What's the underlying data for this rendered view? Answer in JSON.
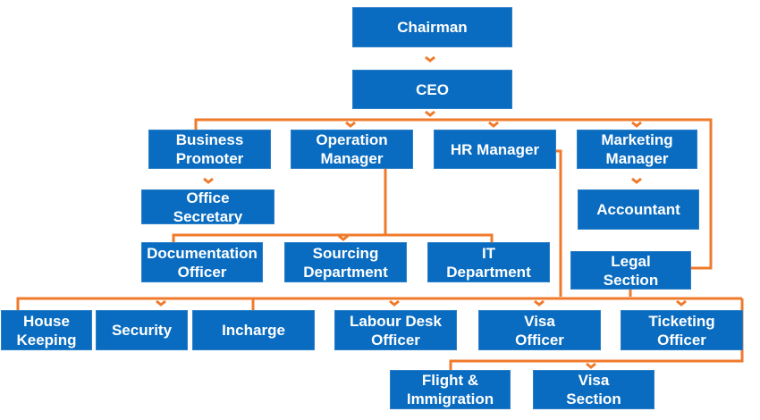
{
  "title": "Organization Chart",
  "colors": {
    "box": "#0a6cc0",
    "connector": "#f07a2b",
    "text": "#ffffff"
  },
  "nodes": [
    {
      "id": "chairman",
      "label": "Chairman"
    },
    {
      "id": "ceo",
      "label": "CEO"
    },
    {
      "id": "business-promoter",
      "label": "Business\nPromoter"
    },
    {
      "id": "operation-manager",
      "label": "Operation\nManager"
    },
    {
      "id": "hr-manager",
      "label": "HR Manager"
    },
    {
      "id": "marketing-manager",
      "label": "Marketing\nManager"
    },
    {
      "id": "office-secretary",
      "label": "Office\nSecretary"
    },
    {
      "id": "accountant",
      "label": "Accountant"
    },
    {
      "id": "documentation-officer",
      "label": "Documentation\nOfficer"
    },
    {
      "id": "sourcing-department",
      "label": "Sourcing\nDepartment"
    },
    {
      "id": "it-department",
      "label": "IT\nDepartment"
    },
    {
      "id": "legal-section",
      "label": "Legal\nSection"
    },
    {
      "id": "house-keeping",
      "label": "House\nKeeping"
    },
    {
      "id": "security",
      "label": "Security"
    },
    {
      "id": "incharge",
      "label": "Incharge"
    },
    {
      "id": "labour-desk-officer",
      "label": "Labour Desk\nOfficer"
    },
    {
      "id": "visa-officer",
      "label": "Visa\nOfficer"
    },
    {
      "id": "ticketing-officer",
      "label": "Ticketing\nOfficer"
    },
    {
      "id": "flight-immigration",
      "label": "Flight &\nImmigration"
    },
    {
      "id": "visa-section",
      "label": "Visa\nSection"
    }
  ],
  "edges": [
    [
      "chairman",
      "ceo"
    ],
    [
      "ceo",
      "business-promoter"
    ],
    [
      "ceo",
      "operation-manager"
    ],
    [
      "ceo",
      "hr-manager"
    ],
    [
      "ceo",
      "marketing-manager"
    ],
    [
      "ceo",
      "legal-section"
    ],
    [
      "business-promoter",
      "office-secretary"
    ],
    [
      "marketing-manager",
      "accountant"
    ],
    [
      "operation-manager",
      "documentation-officer"
    ],
    [
      "operation-manager",
      "sourcing-department"
    ],
    [
      "operation-manager",
      "it-department"
    ],
    [
      "hr-manager",
      "house-keeping"
    ],
    [
      "hr-manager",
      "security"
    ],
    [
      "hr-manager",
      "incharge"
    ],
    [
      "hr-manager",
      "labour-desk-officer"
    ],
    [
      "hr-manager",
      "visa-officer"
    ],
    [
      "hr-manager",
      "ticketing-officer"
    ],
    [
      "legal-section",
      "flight-immigration"
    ],
    [
      "legal-section",
      "visa-section"
    ]
  ]
}
